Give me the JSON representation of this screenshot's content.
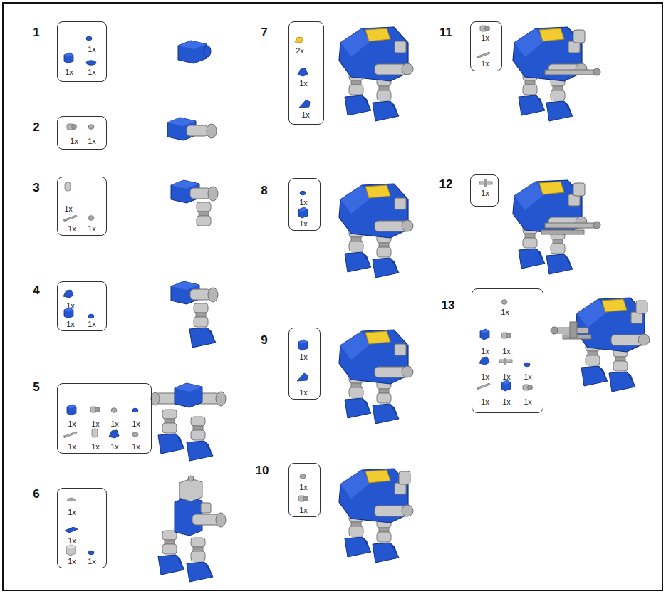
{
  "diagram": {
    "nodes": [
      {
        "text": [
          "1",
          "1x",
          "1x",
          "1x"
        ]
      },
      {
        "text": [
          "2",
          "1x",
          "1x"
        ]
      },
      {
        "text": [
          "3",
          "1x",
          "1x",
          "1x"
        ]
      },
      {
        "text": [
          "4",
          "1x",
          "1x",
          "1x"
        ]
      },
      {
        "text": [
          "5",
          "1x",
          "1x",
          "1x",
          "1x",
          "1x",
          "1x",
          "1x",
          "1x"
        ]
      },
      {
        "text": [
          "6",
          "1x",
          "1x",
          "1x",
          "1x"
        ]
      },
      {
        "text": [
          "7",
          "2x",
          "1x",
          "1x"
        ]
      },
      {
        "text": [
          "8",
          "1x",
          "1x"
        ]
      },
      {
        "text": [
          "9",
          "1x",
          "1x"
        ]
      },
      {
        "text": [
          "10",
          "1x",
          "1x"
        ]
      },
      {
        "text": [
          "11",
          "1x",
          "1x"
        ]
      },
      {
        "text": [
          "12",
          "1x"
        ]
      },
      {
        "text": [
          "13",
          "1x",
          "1x",
          "1x",
          "1x",
          "1x",
          "1x",
          "1x",
          "1x",
          "1x"
        ]
      }
    ]
  }
}
